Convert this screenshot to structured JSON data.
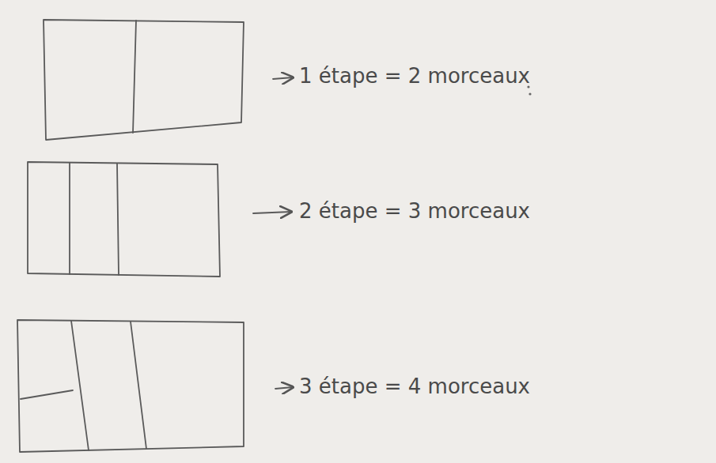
{
  "diagram": {
    "labels": [
      "1 étape = 2 morceaux",
      "2 étape = 3 morceaux",
      "3 étape = 4 morceaux"
    ]
  }
}
